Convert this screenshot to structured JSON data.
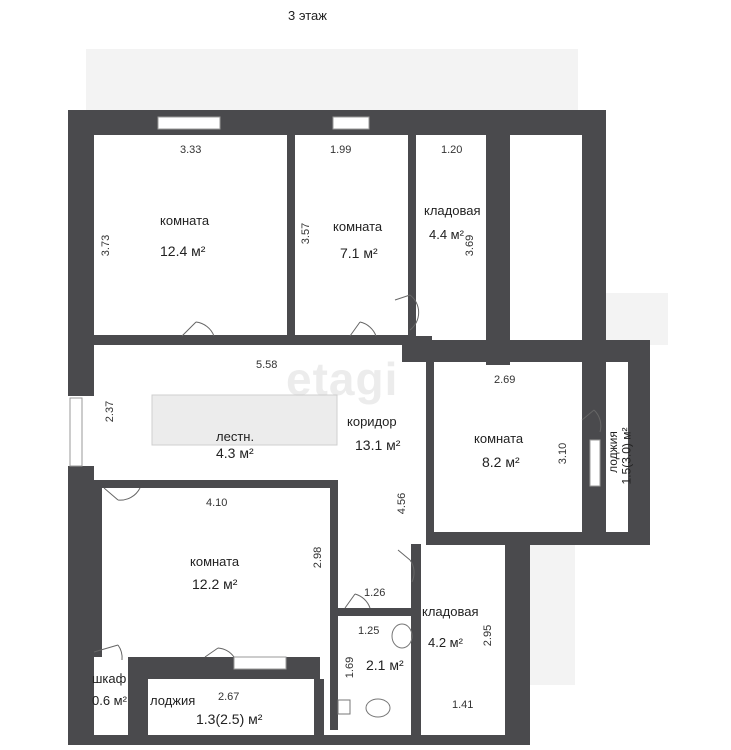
{
  "floor_label": "3 этаж",
  "watermark": "etagi",
  "rooms": [
    {
      "id": "room1",
      "name": "комната",
      "area": "12.4 м²",
      "dims": [
        "3.33",
        "3.73"
      ]
    },
    {
      "id": "room2",
      "name": "комната",
      "area": "7.1 м²",
      "dims": [
        "1.99",
        "3.57"
      ]
    },
    {
      "id": "storage1",
      "name": "кладовая",
      "area": "4.4 м²",
      "dims": [
        "1.20",
        "3.69"
      ]
    },
    {
      "id": "stairs",
      "name": "лестн.",
      "area": "4.3 м²"
    },
    {
      "id": "corridor",
      "name": "коридор",
      "area": "13.1 м²",
      "dims": [
        "5.58",
        "2.37",
        "4.56"
      ]
    },
    {
      "id": "room3",
      "name": "комната",
      "area": "8.2 м²",
      "dims": [
        "2.69",
        "3.10"
      ]
    },
    {
      "id": "loggia1",
      "name": "лоджия",
      "area": "1.5(3.0) м²"
    },
    {
      "id": "room4",
      "name": "комната",
      "area": "12.2 м²",
      "dims": [
        "4.10",
        "2.98"
      ]
    },
    {
      "id": "bath",
      "area": "2.1 м²",
      "dims": [
        "1.26",
        "1.25",
        "1.69"
      ]
    },
    {
      "id": "storage2",
      "name": "кладовая",
      "area": "4.2 м²",
      "dims": [
        "2.95",
        "1.41"
      ]
    },
    {
      "id": "closet",
      "name": "шкаф",
      "area": "0.6 м²"
    },
    {
      "id": "loggia2",
      "name": "лоджия",
      "area": "1.3(2.5) м²",
      "dims": [
        "2.67"
      ]
    }
  ],
  "colors": {
    "wall": "#4a4a4d",
    "background_zone": "#f3f3f3",
    "stairs": "#ececec"
  }
}
